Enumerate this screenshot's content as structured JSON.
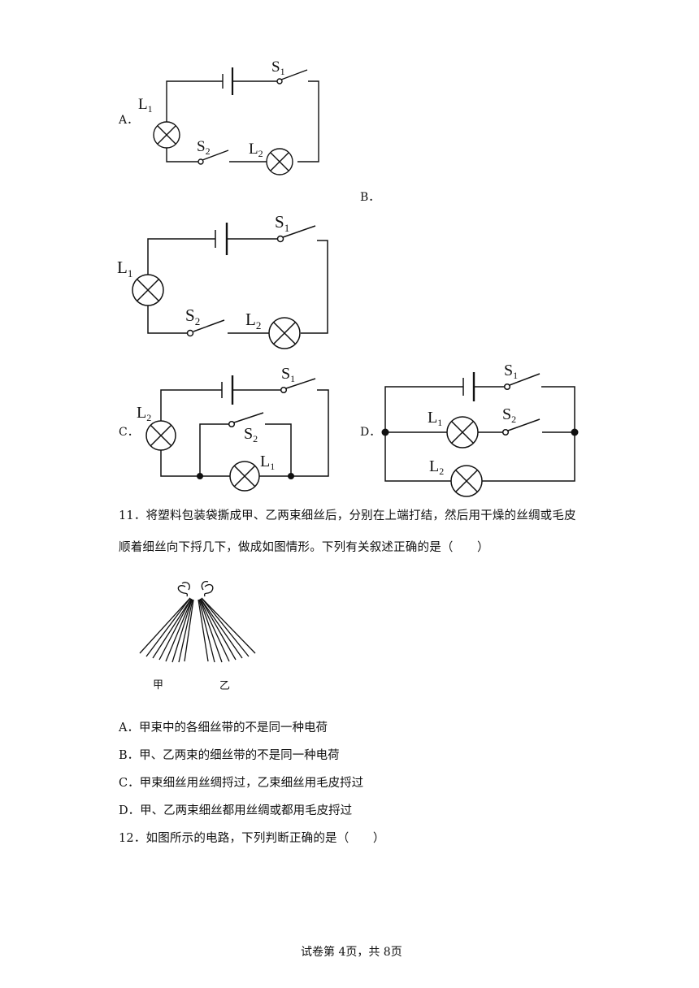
{
  "options_top": {
    "a_label": "A．",
    "b_label": "B．",
    "c_label": "C．",
    "d_label": "D．"
  },
  "circuit_labels": {
    "s1_main": "S",
    "s1_sub": "1",
    "s2_main": "S",
    "s2_sub": "2",
    "l1_main": "L",
    "l1_sub": "1",
    "l2_main": "L",
    "l2_sub": "2"
  },
  "question11": {
    "line1": "11．将塑料包装袋撕成甲、乙两束细丝后，分别在上端打结，然后用干燥的丝绸或毛皮",
    "line2": "顺着细丝向下捋几下，做成如图情形。下列有关叙述正确的是（　　）",
    "figure_labels": [
      "甲",
      "乙"
    ],
    "choices": [
      "A．甲束中的各细丝带的不是同一种电荷",
      "B．甲、乙两束的细丝带的不是同一种电荷",
      "C．甲束细丝用丝绸捋过，乙束细丝用毛皮捋过",
      "D．甲、乙两束细丝都用丝绸或都用毛皮捋过"
    ]
  },
  "question12": {
    "line1": "12．如图所示的电路，下列判断正确的是（　　）"
  },
  "footer": {
    "page_text": "试卷第 4页，共 8页"
  }
}
